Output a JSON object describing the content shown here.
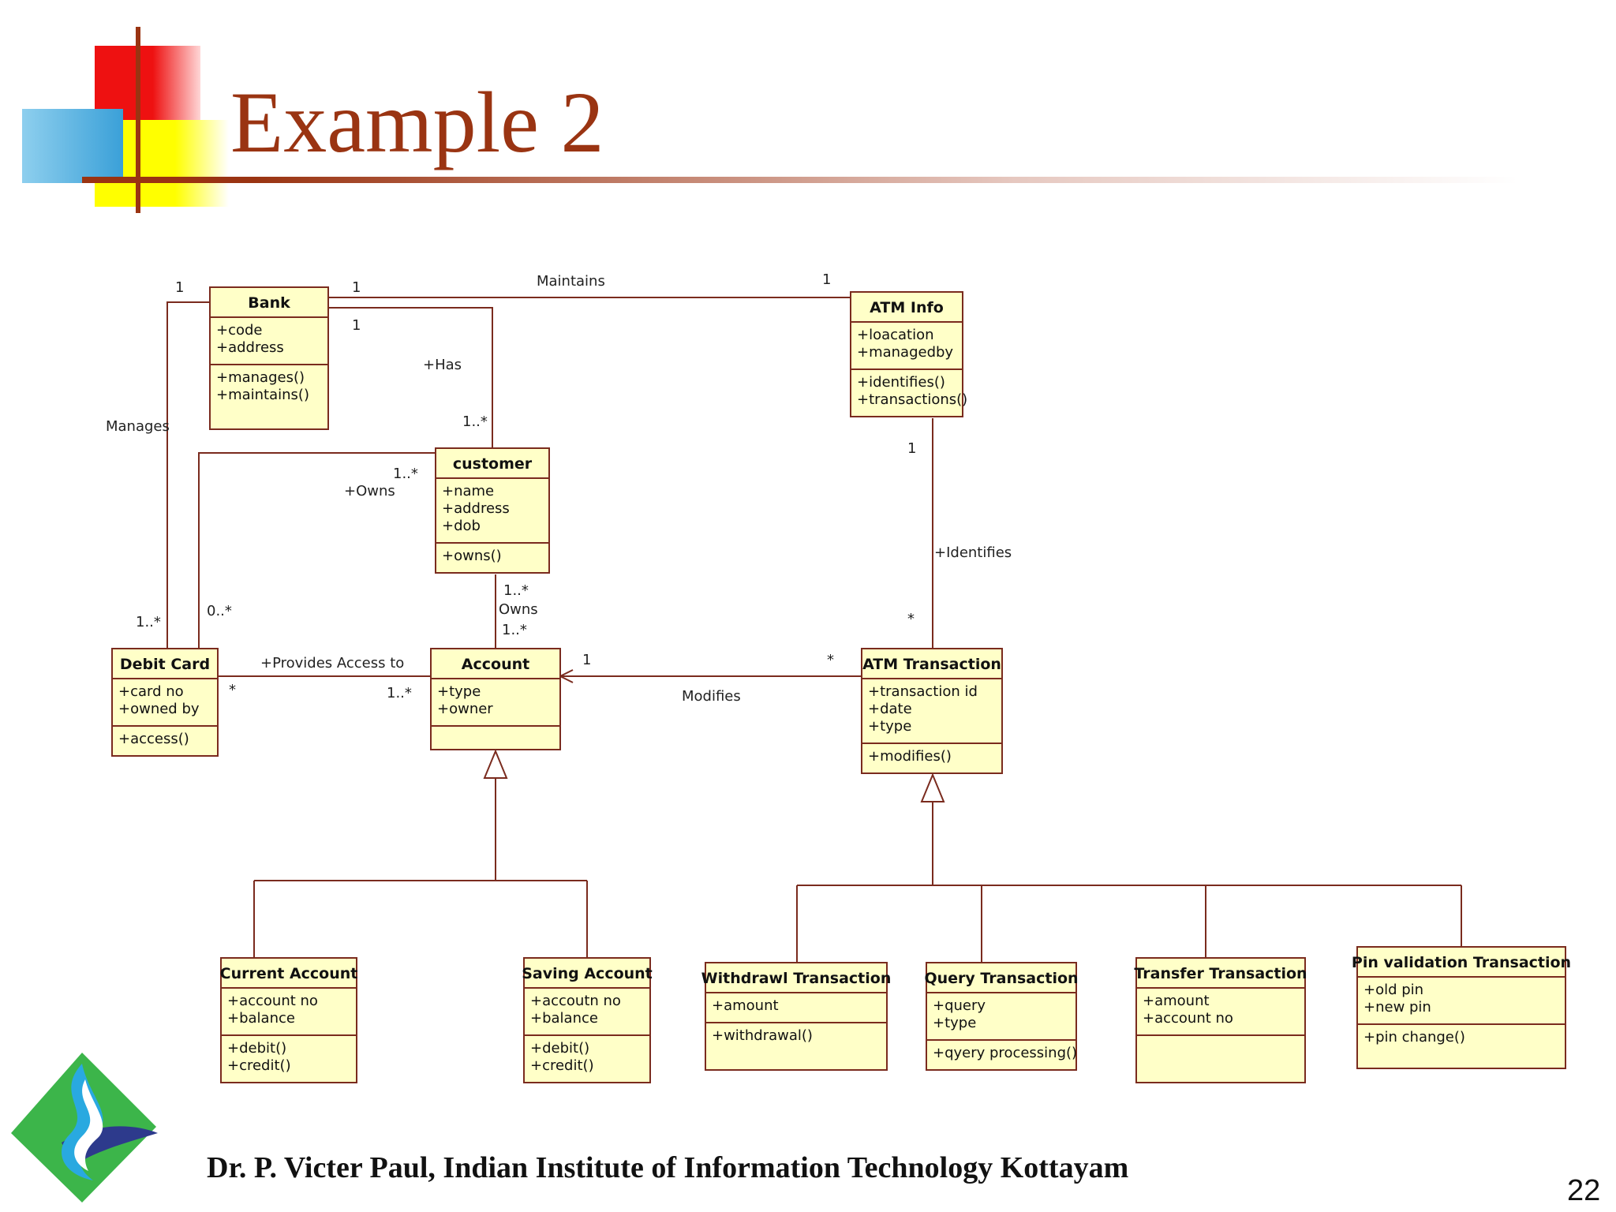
{
  "slide": {
    "title": "Example 2",
    "footer": "Dr. P. Victer Paul, Indian Institute of Information Technology Kottayam",
    "page_number": "22"
  },
  "colors": {
    "title": "#9a3412",
    "class_fill": "#ffffc8",
    "line": "#7a2b1e",
    "deco_red": "#ee1111",
    "deco_blue": "#3aa0d8",
    "deco_yellow": "#ffff00",
    "logo_green": "#3cb54a",
    "logo_navy": "#2d3a8c",
    "logo_cyan": "#29a9e0"
  },
  "classes": {
    "bank": {
      "name": "Bank",
      "attributes": [
        "+code",
        "+address"
      ],
      "operations": [
        "+manages()",
        "+maintains()"
      ]
    },
    "atm_info": {
      "name": "ATM Info",
      "attributes": [
        "+loacation",
        "+managedby"
      ],
      "operations": [
        "+identifies()",
        "+transactions()"
      ]
    },
    "customer": {
      "name": "customer",
      "attributes": [
        "+name",
        "+address",
        "+dob"
      ],
      "operations": [
        "+owns()"
      ]
    },
    "debit_card": {
      "name": "Debit Card",
      "attributes": [
        "+card no",
        "+owned by"
      ],
      "operations": [
        "+access()"
      ]
    },
    "account": {
      "name": "Account",
      "attributes": [
        "+type",
        "+owner"
      ],
      "operations": []
    },
    "atm_transaction": {
      "name": "ATM Transaction",
      "attributes": [
        "+transaction id",
        "+date",
        "+type"
      ],
      "operations": [
        "+modifies()"
      ]
    },
    "current_account": {
      "name": "Current Account",
      "attributes": [
        "+account no",
        "+balance"
      ],
      "operations": [
        "+debit()",
        "+credit()"
      ]
    },
    "saving_account": {
      "name": "Saving Account",
      "attributes": [
        "+accoutn no",
        "+balance"
      ],
      "operations": [
        "+debit()",
        "+credit()"
      ]
    },
    "withdrawl_transaction": {
      "name": "Withdrawl Transaction",
      "attributes": [
        "+amount"
      ],
      "operations": [
        "+withdrawal()"
      ]
    },
    "query_transaction": {
      "name": "Query Transaction",
      "attributes": [
        "+query",
        "+type"
      ],
      "operations": [
        "+qyery processing()"
      ]
    },
    "transfer_transaction": {
      "name": "Transfer Transaction",
      "attributes": [
        "+amount",
        "+account no"
      ],
      "operations": []
    },
    "pin_validation_transaction": {
      "name": "Pin validation Transaction",
      "attributes": [
        "+old pin",
        "+new pin"
      ],
      "operations": [
        "+pin change()"
      ]
    }
  },
  "associations": {
    "maintains": {
      "label": "Maintains",
      "bank_end": "1",
      "atm_end": "1"
    },
    "has": {
      "label": "+Has",
      "bank_end": "1",
      "customer_end": "1..*"
    },
    "manages": {
      "label": "Manages",
      "bank_end": "1",
      "card_end": "1..*"
    },
    "owns_card": {
      "label": "+Owns",
      "customer_end": "1..*",
      "card_end": "0..*"
    },
    "owns_account": {
      "label": "Owns",
      "customer_end": "1..*",
      "account_end": "1..*"
    },
    "provides_access": {
      "label": "+Provides Access to",
      "card_end": "*",
      "account_end": "1..*"
    },
    "modifies": {
      "label": "Modifies",
      "account_end": "1",
      "transaction_end": "*"
    },
    "identifies": {
      "label": "+Identifies",
      "atm_end": "1",
      "transaction_end": "*"
    }
  }
}
